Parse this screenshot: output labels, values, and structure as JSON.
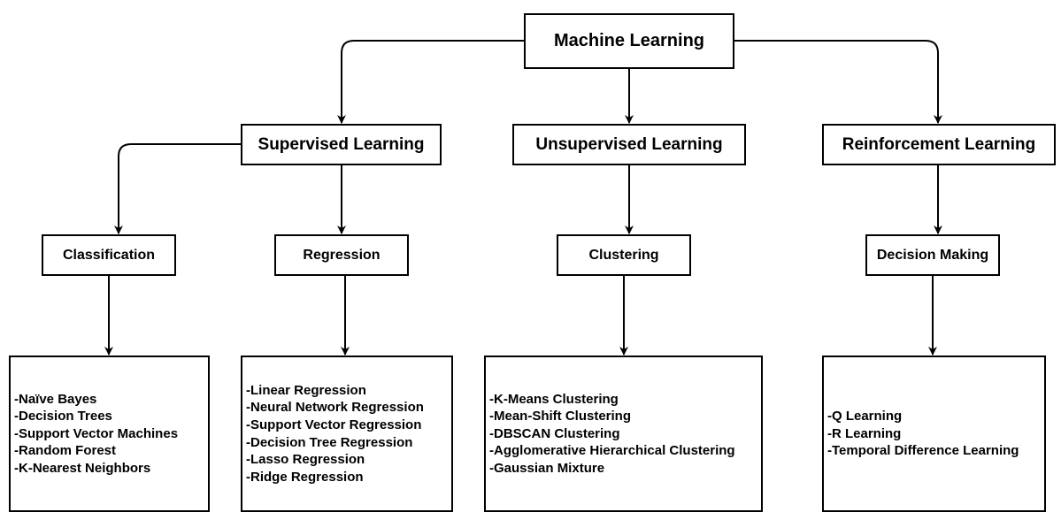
{
  "root": {
    "label": "Machine Learning"
  },
  "categories": [
    {
      "label": "Supervised Learning",
      "subcategories": [
        {
          "label": "Classification",
          "items": [
            "-Naïve Bayes",
            "-Decision Trees",
            "-Support Vector Machines",
            "-Random Forest",
            "-K-Nearest Neighbors"
          ]
        },
        {
          "label": "Regression",
          "items": [
            "-Linear Regression",
            "-Neural Network Regression",
            "-Support Vector Regression",
            "-Decision Tree Regression",
            "-Lasso Regression",
            "-Ridge Regression"
          ]
        }
      ]
    },
    {
      "label": "Unsupervised Learning",
      "subcategories": [
        {
          "label": "Clustering",
          "items": [
            "-K-Means Clustering",
            "-Mean-Shift Clustering",
            "-DBSCAN Clustering",
            "-Agglomerative Hierarchical Clustering",
            "-Gaussian Mixture"
          ]
        }
      ]
    },
    {
      "label": "Reinforcement Learning",
      "subcategories": [
        {
          "label": "Decision Making",
          "items": [
            "-Q Learning",
            "-R Learning",
            "-Temporal Difference Learning"
          ]
        }
      ]
    }
  ]
}
